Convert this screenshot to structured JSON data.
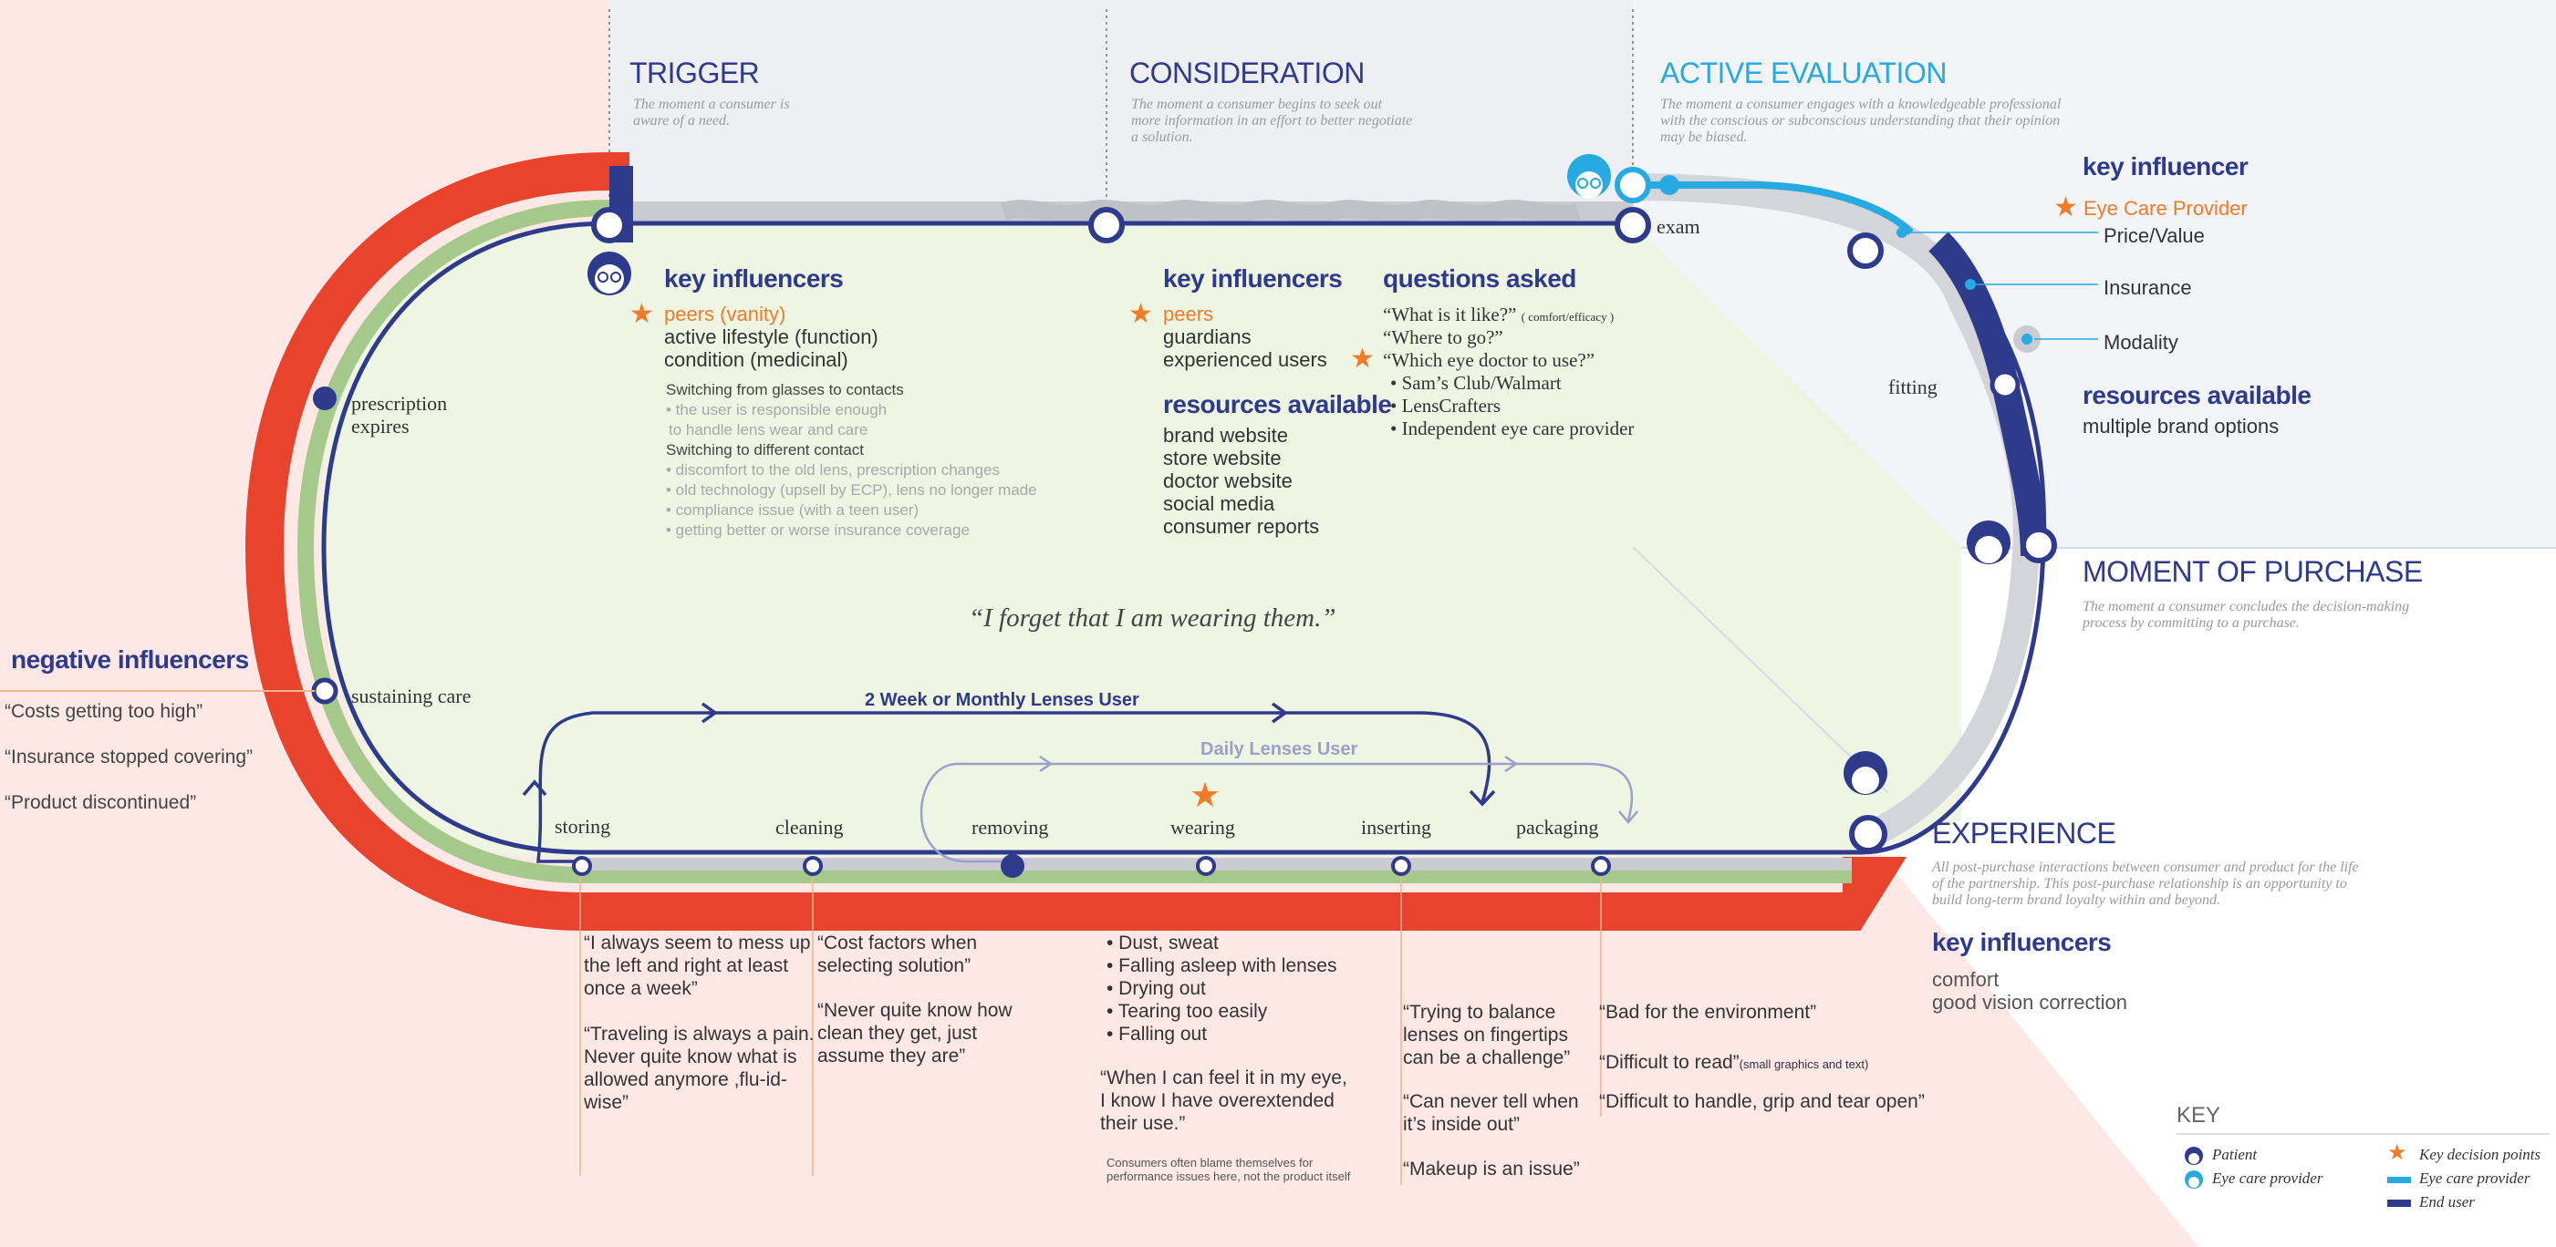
{
  "stages": {
    "trigger": {
      "title": "TRIGGER",
      "desc": "The moment a consumer is aware of a need."
    },
    "consideration": {
      "title": "CONSIDERATION",
      "desc": "The moment a consumer begins to seek out more information in an effort to better negotiate a solution."
    },
    "active_evaluation": {
      "title": "ACTIVE EVALUATION",
      "desc": "The moment a consumer engages with a knowledgeable professional with the conscious or subconscious understanding that their opinion may be biased."
    },
    "moment_of_purchase": {
      "title": "MOMENT OF PURCHASE",
      "desc": "The moment a consumer concludes the decision-making process by committing to a purchase."
    },
    "experience": {
      "title": "EXPERIENCE",
      "desc": "All post-purchase interactions between consumer and product for the life of the partnership. This post-purchase relationship is an opportunity to build long-term brand loyalty within and beyond."
    }
  },
  "trigger_panel": {
    "heading": "key influencers",
    "items": [
      "peers (vanity)",
      "active lifestyle (function)",
      "condition (medicinal)"
    ],
    "switch1": "Switching from glasses to contacts",
    "switch1_notes": [
      "• the user is responsible enough",
      "to handle lens wear and care"
    ],
    "switch2": "Switching to different contact",
    "switch2_notes": [
      "• discomfort  to the old lens, prescription changes",
      "• old technology (upsell by ECP), lens no longer made",
      "• compliance issue (with a teen user)",
      "• getting better or worse insurance coverage"
    ]
  },
  "consideration_panel": {
    "influencers_heading": "key influencers",
    "influencers": [
      "peers",
      "guardians",
      "experienced users"
    ],
    "resources_heading": "resources available",
    "resources": [
      "brand website",
      "store website",
      "doctor website",
      "social media",
      "consumer reports"
    ],
    "questions_heading": "questions asked",
    "q1": "“What is it like?”",
    "q1_note": "( comfort/efficacy )",
    "q2": "“Where to go?”",
    "q3": "“Which eye doctor to use?”",
    "q3_options": [
      "• Sam’s Club/Walmart",
      "• LensCrafters",
      "• Independent eye care provider"
    ]
  },
  "evaluation_panel": {
    "heading": "key influencer",
    "provider": "Eye Care Provider",
    "factors": [
      "Price/Value",
      "Insurance",
      "Modality"
    ],
    "resources_heading": "resources available",
    "resources": "multiple brand options"
  },
  "loop_labels": {
    "exam": "exam",
    "fitting": "fitting",
    "prescription": "prescription\nexpires",
    "sustaining": "sustaining care"
  },
  "center_quote": "“I forget that I am wearing them.”",
  "cycles": {
    "two_week": "2 Week or Monthly Lenses User",
    "daily": "Daily Lenses User"
  },
  "steps": [
    "storing",
    "cleaning",
    "removing",
    "wearing",
    "inserting",
    "packaging"
  ],
  "negative": {
    "heading": "negative influencers",
    "quotes": [
      "“Costs getting too high”",
      "“Insurance stopped covering”",
      "“Product discontinued”"
    ]
  },
  "bottom": {
    "storing": [
      "“I always seem to mess up the left and right at least once a week”",
      "“Traveling is always a pain. Never quite know what is allowed anymore ,flu-id-wise”"
    ],
    "cleaning": [
      "“Cost factors when selecting solution”",
      "“Never quite know how clean they get, just assume they are”"
    ],
    "wearing_list": [
      "• Dust, sweat",
      "• Falling asleep with lenses",
      "• Drying out",
      "• Tearing too easily",
      "• Falling out"
    ],
    "wearing_quote": "“When I can feel it in my eye, I know I have overextended their use.”",
    "wearing_note": "Consumers often blame themselves for performance issues here, not the product itself",
    "inserting": [
      "“Trying to balance lenses on fingertips can be a challenge”",
      "“Can never tell when it’s inside out”",
      "“Makeup is an issue”"
    ],
    "packaging": [
      "“Bad for the environment”",
      "“Difficult to read”",
      "“Difficult to handle, grip and tear open”"
    ],
    "packaging_note": "(small graphics and text)"
  },
  "experience_panel": {
    "heading": "key influencers",
    "items": [
      "comfort",
      "good vision correction"
    ]
  },
  "key": {
    "title": "KEY",
    "patient": "Patient",
    "ecp": "Eye care provider",
    "decision": "Key decision points",
    "ecp_line": "Eye care provider",
    "end_user": "End user"
  },
  "colors": {
    "navy": "#2e3a8c",
    "cyan": "#27a9e1",
    "red": "#e8432d",
    "green": "#a5c98a",
    "orange": "#f07c2a"
  }
}
